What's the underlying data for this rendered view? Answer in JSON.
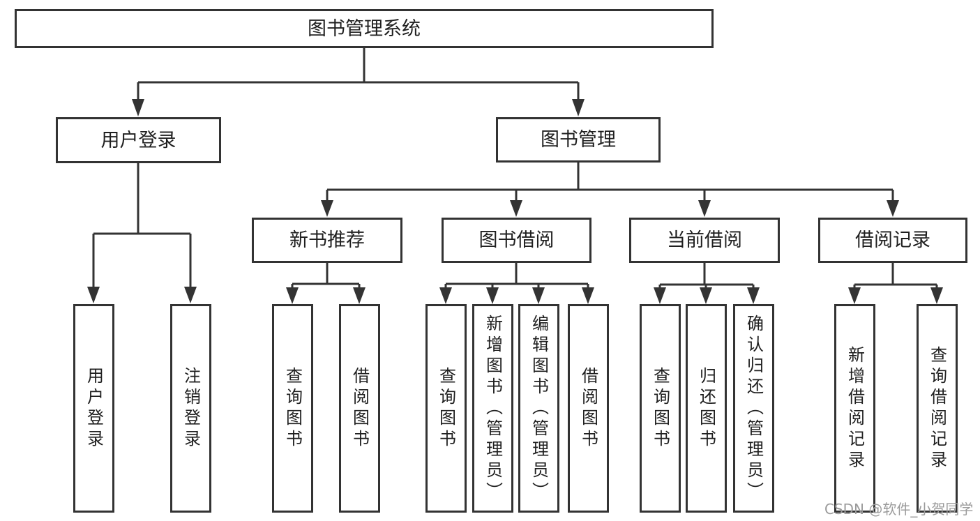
{
  "diagram": {
    "title": "图书管理系统",
    "root": "图书管理系统",
    "level2": {
      "left": "用户登录",
      "right": "图书管理"
    },
    "level3": [
      "新书推荐",
      "图书借阅",
      "当前借阅",
      "借阅记录"
    ],
    "leaves": {
      "user": [
        "用户登录",
        "注销登录"
      ],
      "recommend": [
        "查询图书",
        "借阅图书"
      ],
      "borrow": [
        "查询图书",
        "新增图书（管理员）",
        "编辑图书（管理员）",
        "借阅图书"
      ],
      "current": [
        "查询图书",
        "归还图书",
        "确认归还（管理员）"
      ],
      "records": [
        "新增借阅记录",
        "查询借阅记录"
      ]
    }
  },
  "watermark": "CSDN @软件_小贺同学",
  "colors": {
    "line": "#333333",
    "text": "#1f1f1f",
    "watermark": "#9b9b9b",
    "background": "#ffffff"
  }
}
